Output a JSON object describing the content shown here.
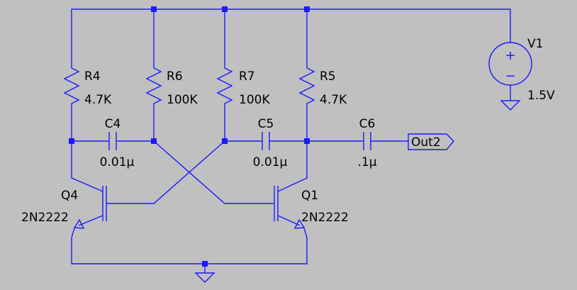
{
  "schematic": {
    "components": [
      {
        "ref": "R4",
        "value": "4.7K"
      },
      {
        "ref": "R6",
        "value": "100K"
      },
      {
        "ref": "R7",
        "value": "100K"
      },
      {
        "ref": "R5",
        "value": "4.7K"
      },
      {
        "ref": "C4",
        "value": "0.01µ"
      },
      {
        "ref": "C5",
        "value": "0.01µ"
      },
      {
        "ref": "C6",
        "value": ".1µ"
      },
      {
        "ref": "Q4",
        "value": "2N2222"
      },
      {
        "ref": "Q1",
        "value": "2N2222"
      },
      {
        "ref": "V1",
        "value": "1.5V"
      }
    ],
    "net_label": "Out2",
    "source_signs": {
      "plus": "+",
      "minus": "−"
    },
    "colors": {
      "wire": "#1a1aff",
      "background": "#c0c0c0",
      "text": "#000000"
    }
  }
}
